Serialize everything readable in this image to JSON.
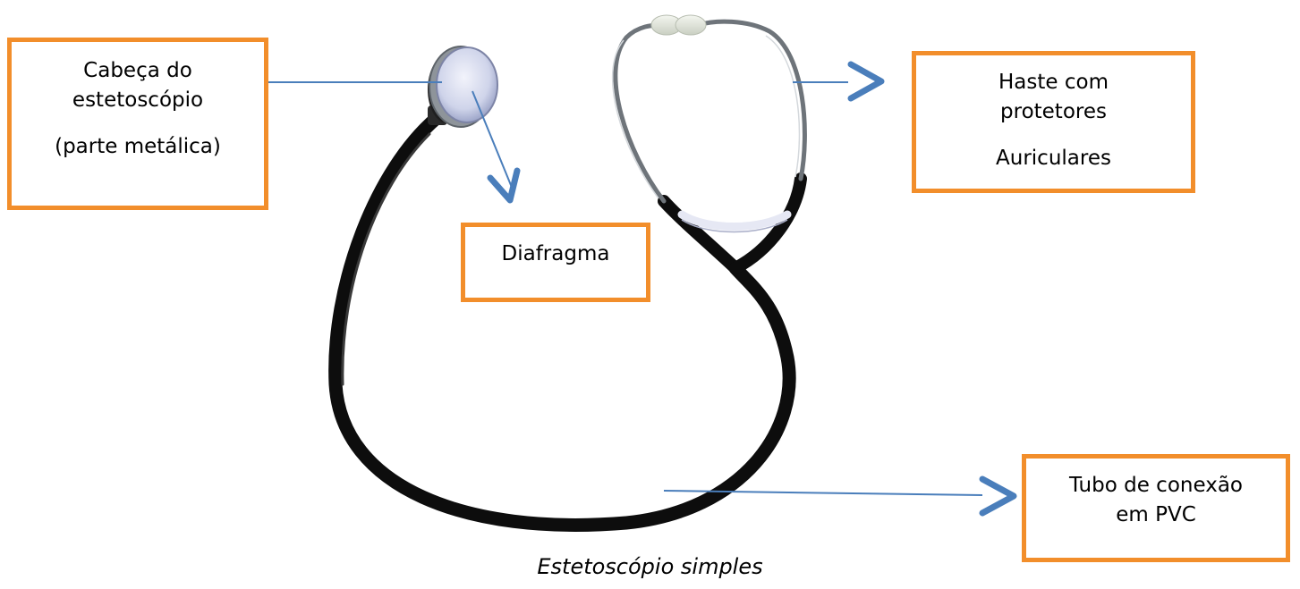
{
  "labels": {
    "cabeca": {
      "line1": "Cabeça do",
      "line2": "estetoscópio",
      "line3": "(parte metálica)"
    },
    "diafragma": {
      "line1": "Diafragma"
    },
    "haste": {
      "line1": "Haste com",
      "line2": "protetores",
      "line3": "Auriculares"
    },
    "tubo": {
      "line1": "Tubo de conexão",
      "line2": "em PVC"
    }
  },
  "caption": "Estetoscópio simples",
  "colors": {
    "box_border": "#f28e2b",
    "connector": "#4a7ebb",
    "tubing": "#0d0d0d",
    "diaphragm": "#cfd4ea",
    "metal": "#9aa0a6"
  },
  "icons": {
    "arrowheads": "chevron-right-icon"
  }
}
